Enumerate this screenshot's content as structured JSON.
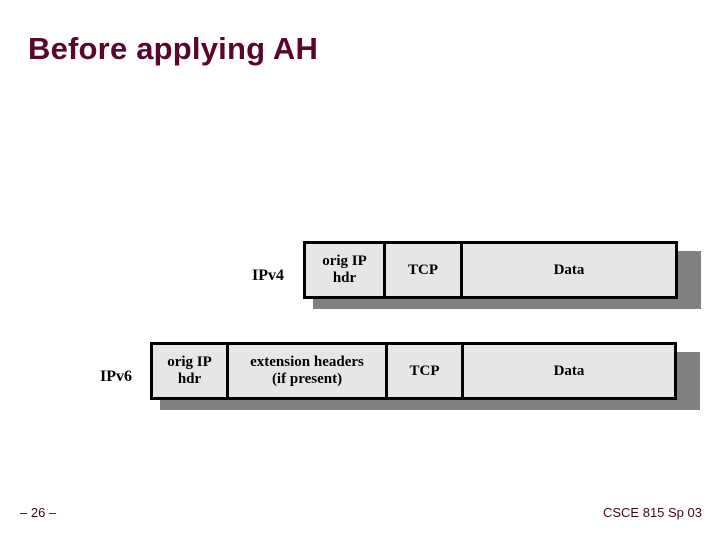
{
  "slide": {
    "title": "Before applying AH",
    "title_color": "#59062f",
    "background_color": "#ffffff"
  },
  "diagram": {
    "box_fill_color": "#e6e6e6",
    "box_border_color": "#000000",
    "shadow_color": "#808080",
    "rows": [
      {
        "label": "IPv4",
        "segments": [
          {
            "text": "orig IP\nhdr"
          },
          {
            "text": "TCP"
          },
          {
            "text": "Data"
          }
        ]
      },
      {
        "label": "IPv6",
        "segments": [
          {
            "text": "orig IP\nhdr"
          },
          {
            "text": "extension headers\n(if present)"
          },
          {
            "text": "TCP"
          },
          {
            "text": "Data"
          }
        ]
      }
    ]
  },
  "footer": {
    "page_marker": "– 26 –",
    "course": "CSCE 815 Sp 03"
  }
}
